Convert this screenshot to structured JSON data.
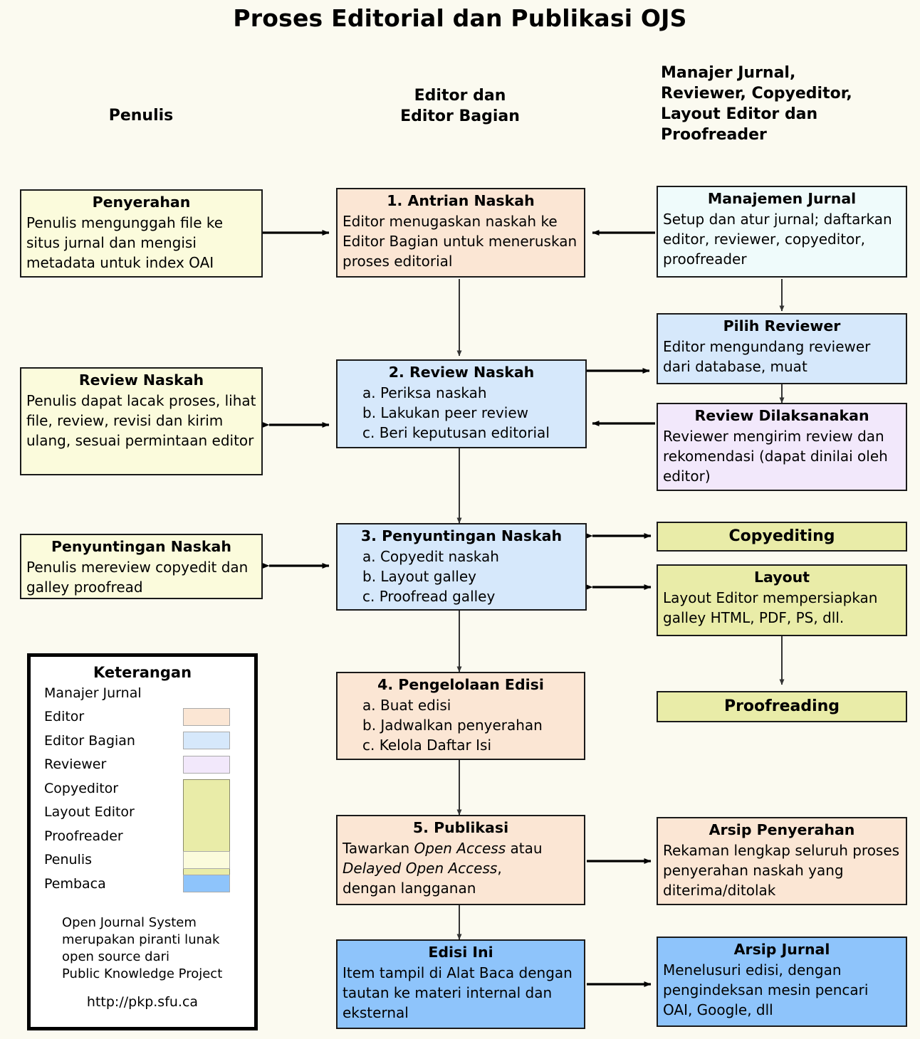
{
  "title": "Proses Editorial dan Publikasi OJS",
  "columns": {
    "left": "Penulis",
    "center": "Editor dan\nEditor Bagian",
    "right": "Manajer Jurnal,\nReviewer, Copyeditor,\nLayout Editor dan\nProofreader"
  },
  "colors": {
    "background": "#fbfaf0",
    "author": "#fbfbdc",
    "editor": "#fbe6d4",
    "section_editor": "#d6e8fb",
    "reviewer": "#f2e8fb",
    "copyeditor_layout_proofreader": "#e9eca8",
    "reader": "#8ec4fb",
    "journal_manager": "#effbfb",
    "border": "#1a1a1a"
  },
  "boxes": {
    "penyerahan": {
      "title": "Penyerahan",
      "body": "Penulis mengunggah file ke situs jurnal dan mengisi metadata untuk index OAI"
    },
    "antrian": {
      "title": "1. Antrian Naskah",
      "body": "Editor menugaskan naskah ke Editor Bagian untuk meneruskan proses editorial"
    },
    "manajemen": {
      "title": "Manajemen Jurnal",
      "body": "Setup dan atur jurnal; daftarkan editor, reviewer, copyeditor, proofreader"
    },
    "pilih_reviewer": {
      "title": "Pilih Reviewer",
      "body": "Editor mengundang reviewer dari database, muat"
    },
    "review_naskah_kiri": {
      "title": "Review Naskah",
      "body": "Penulis dapat lacak proses, lihat file, review, revisi dan kirim ulang, sesuai permintaan editor"
    },
    "review_naskah": {
      "title": "2. Review Naskah",
      "items": [
        "a. Periksa naskah",
        "b. Lakukan peer review",
        "c. Beri keputusan editorial"
      ]
    },
    "review_dilaksanakan": {
      "title": "Review Dilaksanakan",
      "body": "Reviewer mengirim review dan rekomendasi (dapat dinilai oleh editor)"
    },
    "penyuntingan_kiri": {
      "title": "Penyuntingan Naskah",
      "body": "Penulis mereview copyedit dan galley proofread"
    },
    "penyuntingan": {
      "title": "3. Penyuntingan Naskah",
      "items": [
        "a. Copyedit naskah",
        "b. Layout galley",
        "c. Proofread galley"
      ]
    },
    "copyediting": {
      "title": "Copyediting"
    },
    "layout": {
      "title": "Layout",
      "body": "Layout Editor mempersiapkan galley HTML, PDF, PS, dll."
    },
    "proofreading": {
      "title": "Proofreading"
    },
    "pengelolaan": {
      "title": "4. Pengelolaan Edisi",
      "items": [
        "a. Buat edisi",
        "b. Jadwalkan penyerahan",
        "c. Kelola Daftar Isi"
      ]
    },
    "publikasi": {
      "title": "5. Publikasi",
      "line1_a": "Tawarkan ",
      "line1_em": "Open Access",
      "line1_b": " atau",
      "line2_em": "Delayed Open Access",
      "line2_b": ",",
      "line3": "dengan langganan"
    },
    "arsip_penyerahan": {
      "title": "Arsip Penyerahan",
      "body": "Rekaman lengkap seluruh proses penyerahan naskah yang diterima/ditolak"
    },
    "edisi_ini": {
      "title": "Edisi Ini",
      "body": "Item tampil di Alat Baca dengan tautan ke materi internal dan eksternal"
    },
    "arsip_jurnal": {
      "title": "Arsip Jurnal",
      "body": "Menelusuri edisi, dengan pengindeksan mesin pencari OAI, Google, dll"
    }
  },
  "legend": {
    "title": "Keterangan",
    "rows": [
      {
        "label": "Manajer Jurnal",
        "swatch": null
      },
      {
        "label": "Editor",
        "swatch": "#fbe6d4"
      },
      {
        "label": "Editor Bagian",
        "swatch": "#d6e8fb"
      },
      {
        "label": "Reviewer",
        "swatch": "#f2e8fb"
      },
      {
        "label": "Copyeditor",
        "swatch": "#e9eca8"
      },
      {
        "label": "Layout Editor",
        "swatch": null
      },
      {
        "label": "Proofreader",
        "swatch": null
      },
      {
        "label": "Penulis",
        "swatch": "#fbfbdc"
      },
      {
        "label": "Pembaca",
        "swatch": "#8ec4fb"
      }
    ],
    "note": "Open Journal System\nmerupakan piranti lunak\nopen source dari\nPublic Knowledge Project",
    "url": "http://pkp.sfu.ca"
  }
}
